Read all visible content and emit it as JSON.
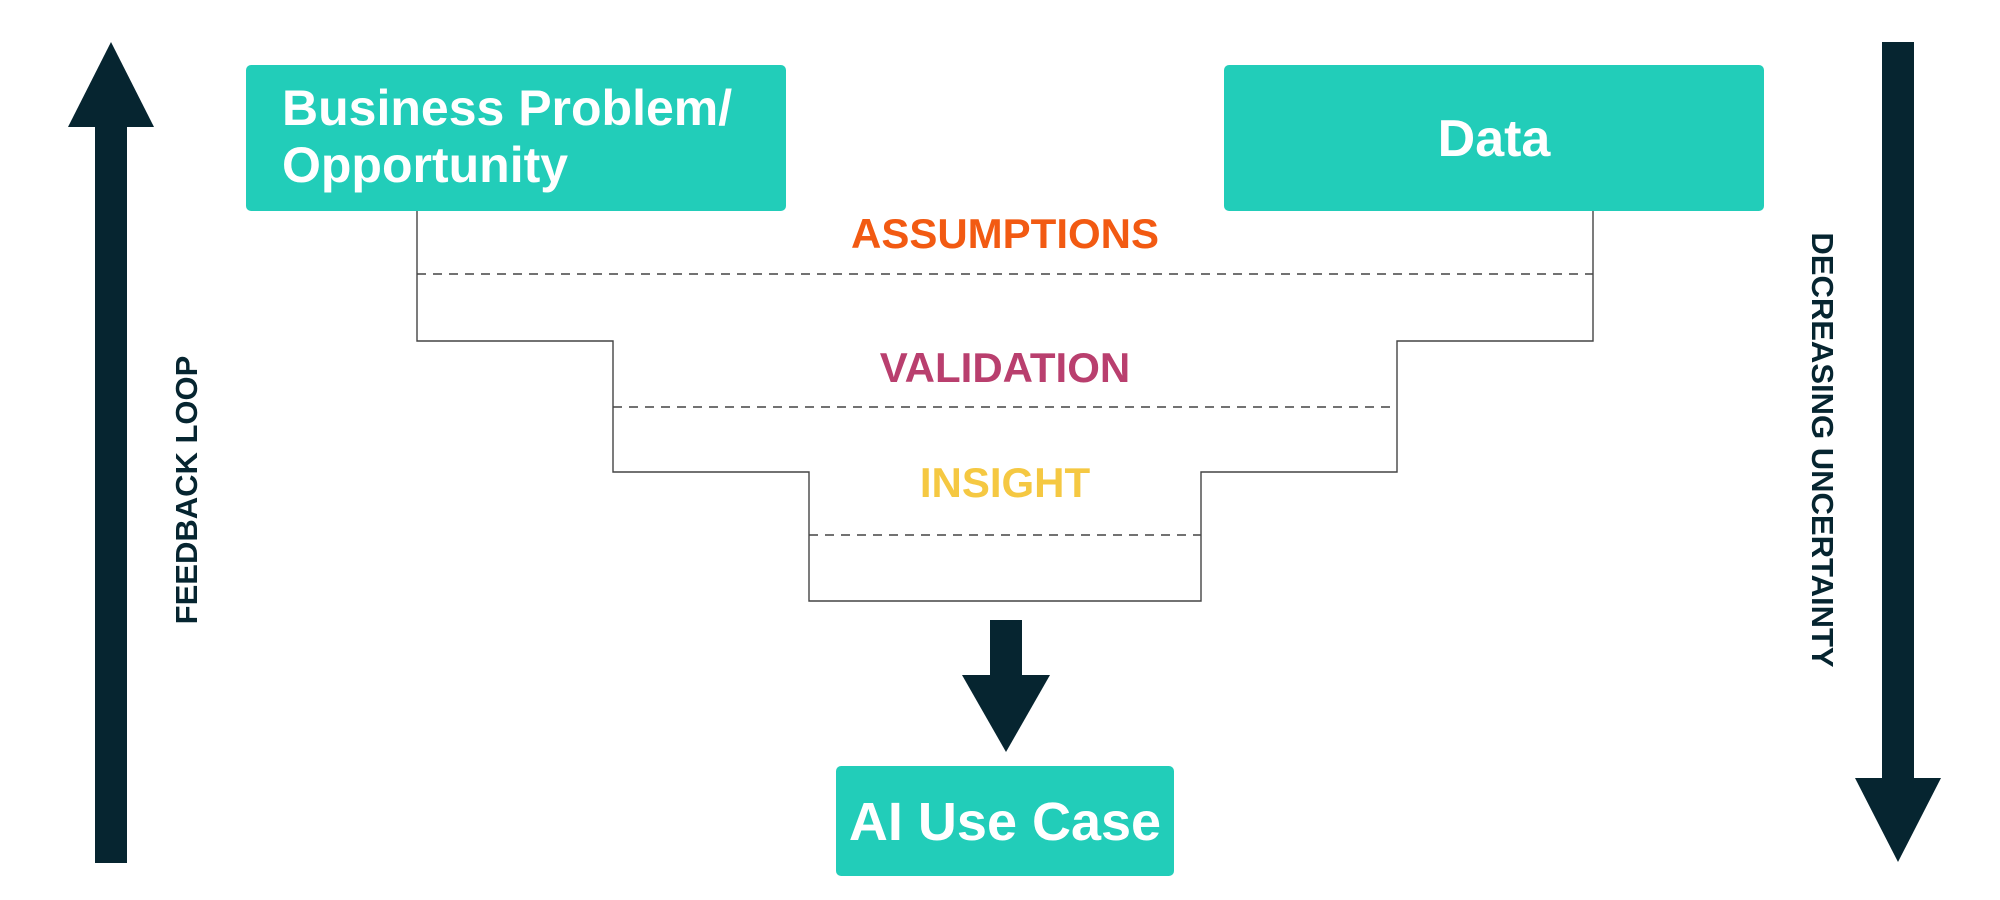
{
  "boxes": {
    "business": {
      "line1": "Business Problem/",
      "line2": "Opportunity"
    },
    "data": "Data",
    "ai_use_case": "AI Use Case"
  },
  "stages": {
    "assumptions": "ASSUMPTIONS",
    "validation": "VALIDATION",
    "insight": "INSIGHT"
  },
  "side_labels": {
    "left": "FEEDBACK LOOP",
    "right": "DECREASING UNCERTAINTY"
  },
  "colors": {
    "box_fill": "#22cdb9",
    "dark": "#062530",
    "assumptions": "#f25a12",
    "validation": "#b93f6e",
    "insight": "#f5c842",
    "funnel_line": "#444444"
  }
}
